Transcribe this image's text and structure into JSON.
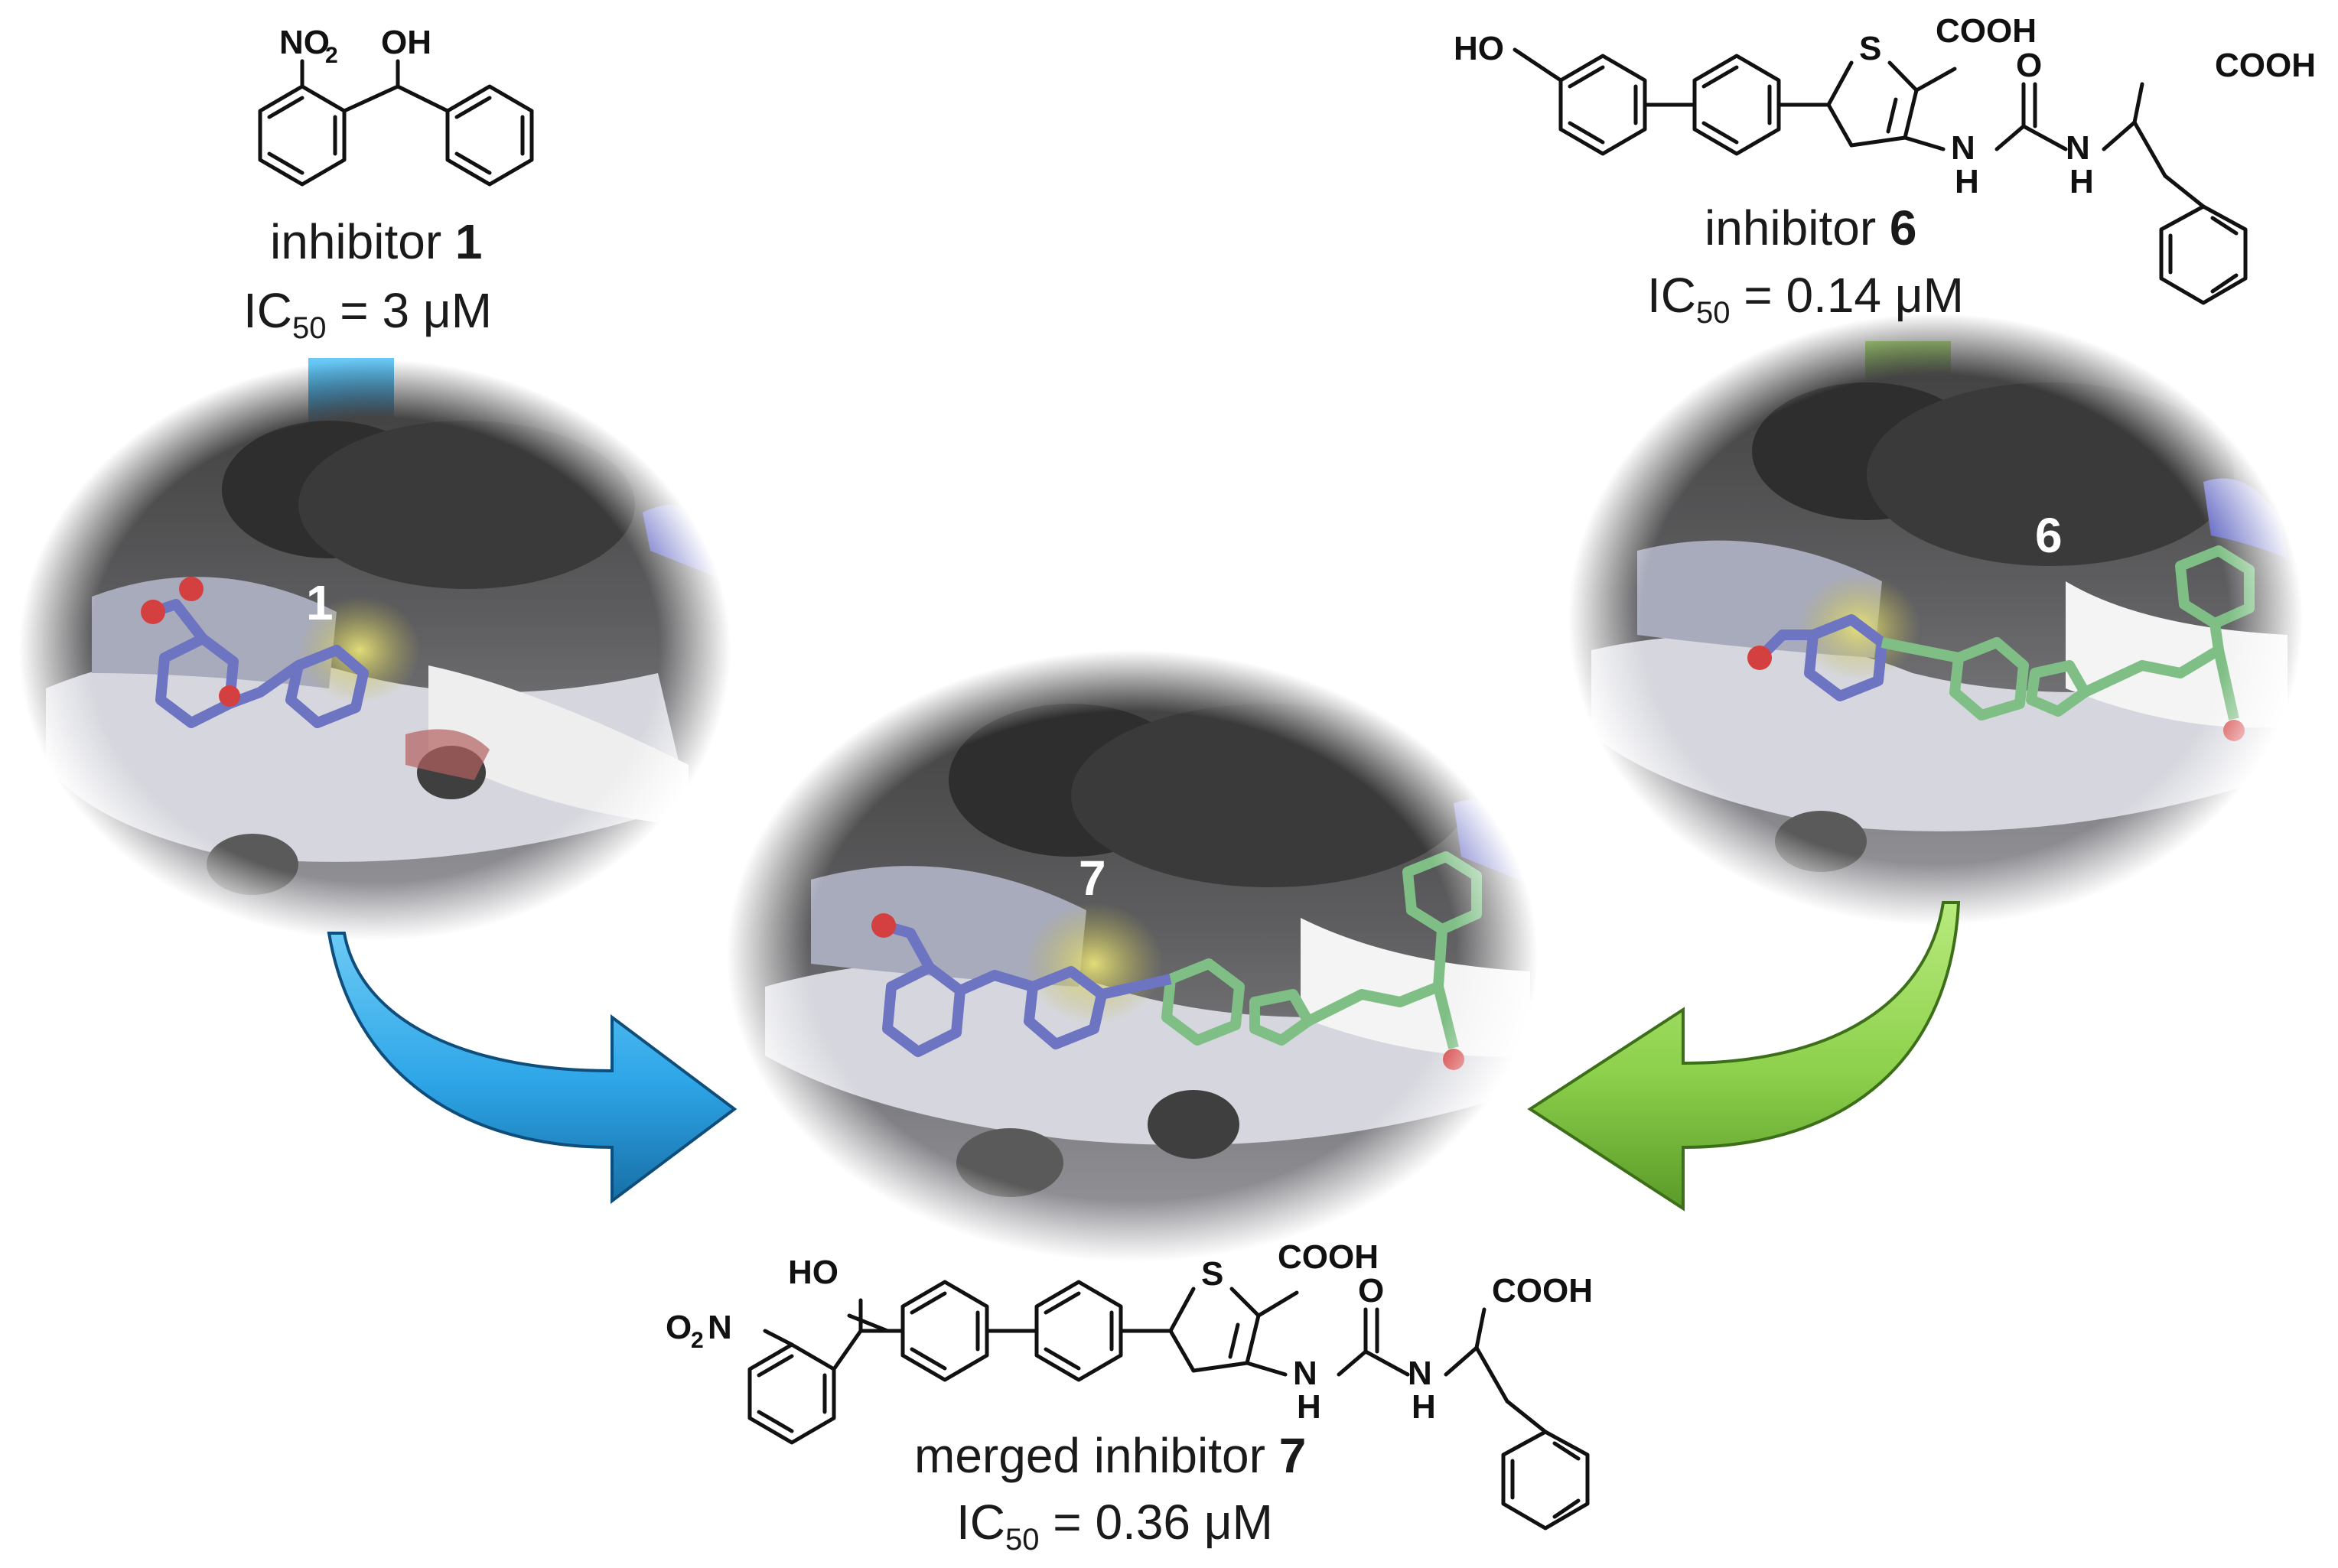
{
  "compounds": {
    "inhibitor_1": {
      "caption_prefix": "inhibitor ",
      "number": "1",
      "ic50_prefix": "IC",
      "ic50_sub": "50",
      "ic50_value": " = 3 μM",
      "site_label": "1",
      "atoms": {
        "nitro": "NO",
        "nitro_sub": "2",
        "hydroxyl": "OH"
      }
    },
    "inhibitor_6": {
      "caption_prefix": "inhibitor ",
      "number": "6",
      "ic50_prefix": "IC",
      "ic50_sub": "50",
      "ic50_value": " = 0.14 μM",
      "site_label": "6",
      "atoms": {
        "hydroxyl": "HO",
        "sulfur": "S",
        "acid_1": "COOH",
        "acid_2": "COOH",
        "oxygen": "O",
        "nh_1": "N",
        "h_1": "H",
        "nh_2": "N",
        "h_2": "H"
      }
    },
    "inhibitor_7": {
      "caption_prefix": "merged inhibitor ",
      "number": "7",
      "ic50_prefix": "IC",
      "ic50_sub": "50",
      "ic50_value": " = 0.36 μM",
      "site_label": "7",
      "atoms": {
        "nitro": "O",
        "nitro_sub": "2",
        "nitro_n": "N",
        "hydroxyl": "HO",
        "sulfur": "S",
        "acid_1": "COOH",
        "acid_2": "COOH",
        "oxygen": "O",
        "nh_1": "N",
        "h_1": "H",
        "nh_2": "N",
        "h_2": "H"
      }
    }
  },
  "colors": {
    "arrow_blue": "#2ea6e8",
    "arrow_green": "#8dd14c",
    "ligand_blue": "#7f86c9",
    "ligand_green": "#7fbf86",
    "surface_dark": "#4a4a4a",
    "surface_light": "#c9cbd3"
  }
}
